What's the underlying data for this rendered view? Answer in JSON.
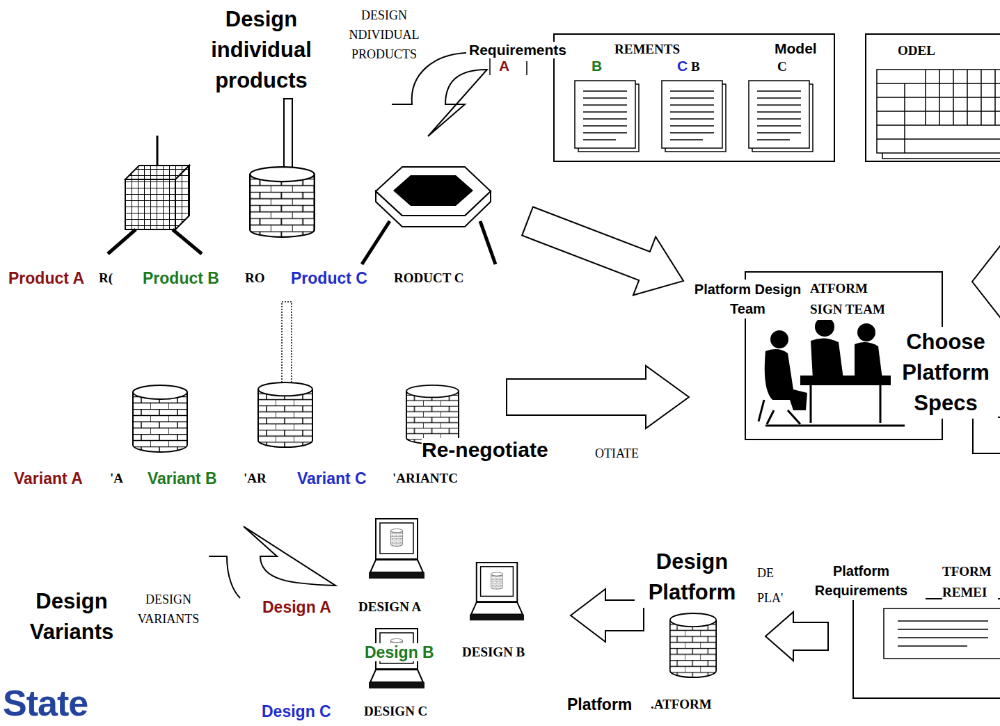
{
  "diagram": {
    "nodes": [
      {
        "text": [
          "Requirements"
        ]
      },
      {
        "text": [
          "ODEL"
        ]
      },
      {
        "text": [
          "Platform Design Team",
          "ATFORM SIGN TEAM",
          "Choose Platform Specs"
        ]
      },
      {
        "text": [
          "Platform Requirements",
          "TFORM REMEI"
        ]
      }
    ],
    "labels": [
      "Design individual products",
      "DESIGN NDIVIDUAL PRODUCTS",
      "A",
      "B",
      "REMENTS",
      "C",
      "B",
      "Model",
      "C",
      "Product A",
      "R(",
      "Product B",
      "RO",
      "Product C",
      "RODUCT C",
      "Variant A",
      "'A",
      "Variant B",
      "'AR",
      "Variant C",
      "'ARIANTC",
      "Re-negotiate",
      "OTIATE",
      "Design Variants",
      "DESIGN VARIANTS",
      "Design A",
      "DESIGN A",
      "Design B",
      "DESIGN B",
      "Design Platform",
      "DE PLA'",
      "Design C",
      "DESIGN C",
      "Platform",
      ".ATFORM",
      "State"
    ]
  }
}
